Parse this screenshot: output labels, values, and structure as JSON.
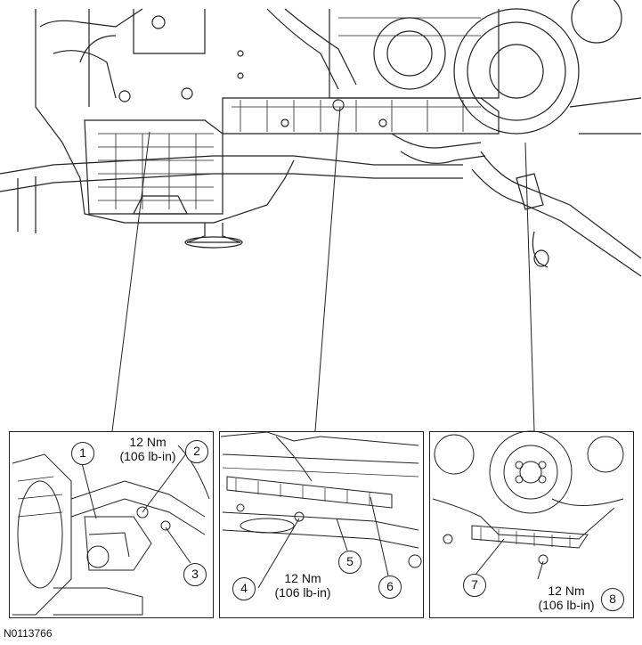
{
  "figure_id": "N0113766",
  "callouts": [
    "1",
    "2",
    "3",
    "4",
    "5",
    "6",
    "7",
    "8"
  ],
  "torque_specs": [
    {
      "value": "12 Nm",
      "alt": "(106 lb-in)"
    },
    {
      "value": "12 Nm",
      "alt": "(106 lb-in)"
    },
    {
      "value": "12 Nm",
      "alt": "(106 lb-in)"
    }
  ]
}
